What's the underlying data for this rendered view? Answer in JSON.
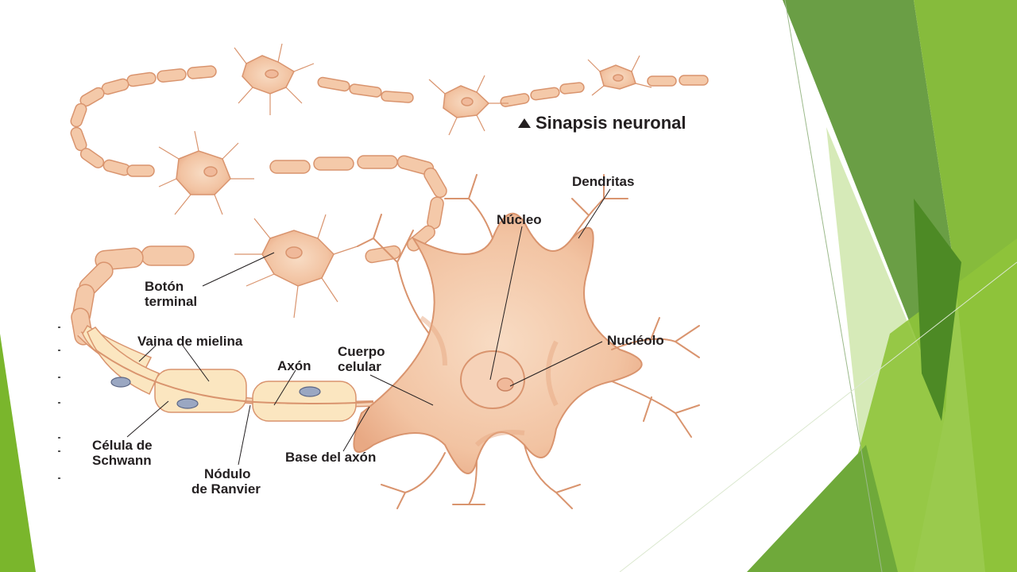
{
  "slide": {
    "figure_title": "Sinapsis neuronal",
    "title_marker": "▲"
  },
  "labels": {
    "dendritas": "Dendritas",
    "nucleo": "Núcleo",
    "nucleolo": "Nucléolo",
    "cuerpo_celular_line1": "Cuerpo",
    "cuerpo_celular_line2": "celular",
    "axon": "Axón",
    "vaina": "Vaina de mielina",
    "boton_line1": "Botón",
    "boton_line2": "terminal",
    "celula_line1": "Célula de",
    "celula_line2": "Schwann",
    "nodulo_line1": "Nódulo",
    "nodulo_line2": "de Ranvier",
    "base_axon": "Base del axón"
  },
  "colors": {
    "cell_fill": "#f6cfb2",
    "cell_stroke": "#d9946e",
    "myelin_fill": "#fbe6c0",
    "theme_green_dark": "#4f8a2c",
    "theme_green_mid": "#7ab62c",
    "theme_green_light": "#c9e3a1"
  }
}
